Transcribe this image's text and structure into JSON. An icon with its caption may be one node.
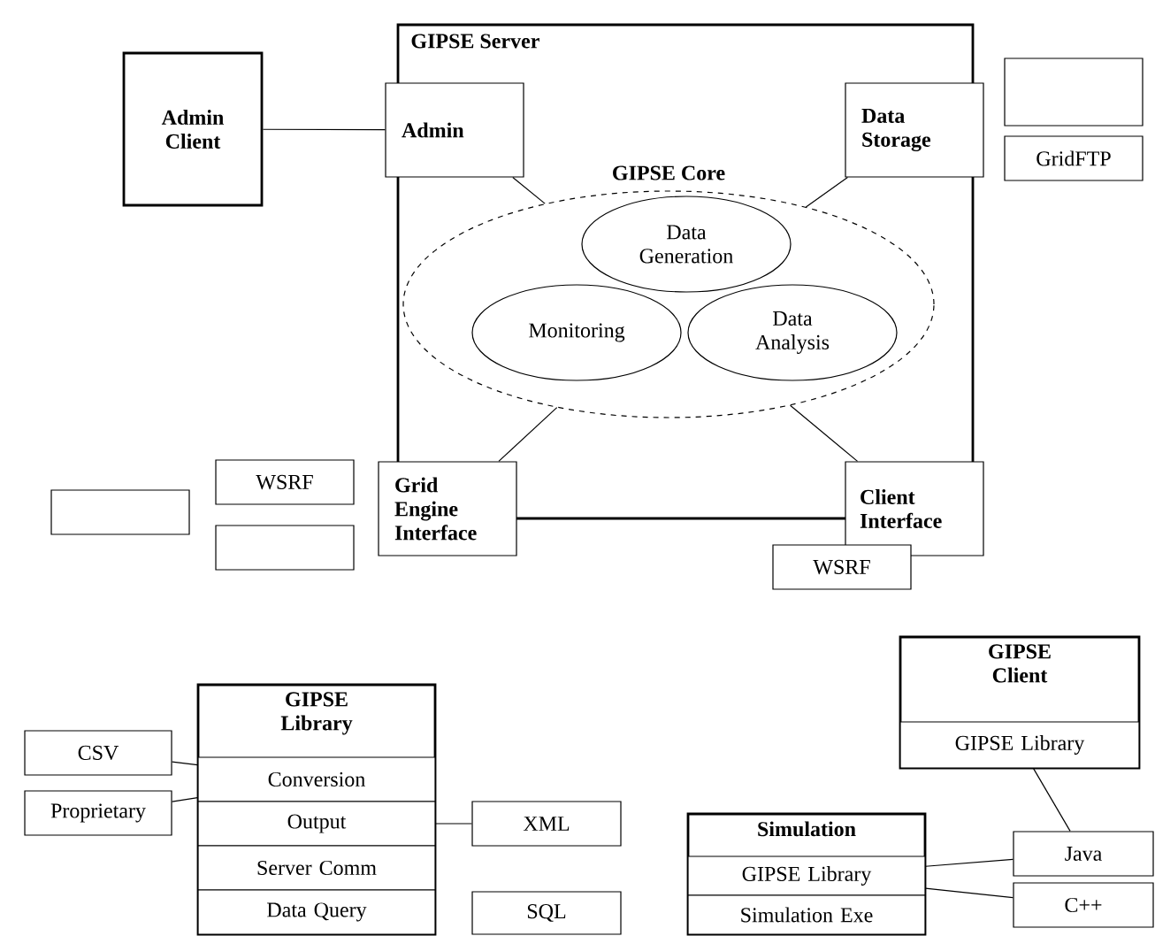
{
  "diagram": {
    "nodes": [
      {
        "text": [
          "GIPSE Server"
        ]
      },
      {
        "text": [
          "Admin Client"
        ]
      },
      {
        "text": [
          "Admin"
        ]
      },
      {
        "text": [
          "Data Storage"
        ]
      },
      {
        "text": [
          "GIPSE Core"
        ],
        "in": 0
      },
      {
        "text": [
          "Data Generation"
        ],
        "in": 4
      },
      {
        "text": [
          "Monitoring"
        ],
        "in": 4
      },
      {
        "text": [
          "Data Analysis"
        ],
        "in": 4
      },
      {
        "text": [
          "Grid Engine Interface"
        ]
      },
      {
        "text": [
          "Client Interface"
        ]
      },
      {
        "text": [],
        "shape": "box"
      },
      {
        "text": [
          "GridFTP"
        ]
      },
      {
        "text": [
          "WSRF"
        ]
      },
      {
        "text": [],
        "shape": "box"
      },
      {
        "text": [],
        "shape": "box"
      },
      {
        "text": [
          "WSRF"
        ]
      },
      {
        "text": [
          "GIPSE Library"
        ]
      },
      {
        "text": [
          "Conversion"
        ],
        "in": 16
      },
      {
        "text": [
          "Output"
        ],
        "in": 16
      },
      {
        "text": [
          "Server Comm"
        ],
        "in": 16
      },
      {
        "text": [
          "Data Query"
        ],
        "in": 16
      },
      {
        "text": [
          "CSV"
        ]
      },
      {
        "text": [
          "Proprietary"
        ]
      },
      {
        "text": [
          "XML"
        ]
      },
      {
        "text": [
          "SQL"
        ]
      },
      {
        "text": [
          "GIPSE Client"
        ]
      },
      {
        "text": [
          "GIPSE Library"
        ],
        "in": 25
      },
      {
        "text": [
          "Simulation"
        ]
      },
      {
        "text": [
          "GIPSE Library"
        ],
        "in": 27
      },
      {
        "text": [
          "Simulation Exe"
        ],
        "in": 27
      },
      {
        "text": [
          "Java"
        ]
      },
      {
        "text": [
          "C++"
        ]
      }
    ],
    "edges": [
      {
        "from": 1,
        "to": 2,
        "arrow": "none"
      },
      {
        "from": 2,
        "to": 4,
        "arrow": "none"
      },
      {
        "from": 3,
        "to": 4,
        "arrow": "none"
      },
      {
        "from": 8,
        "to": 4,
        "arrow": "none"
      },
      {
        "from": 9,
        "to": 4,
        "arrow": "none"
      },
      {
        "from": 21,
        "to": 17,
        "arrow": "none"
      },
      {
        "from": 22,
        "to": 17,
        "arrow": "none"
      },
      {
        "from": 18,
        "to": 23,
        "arrow": "none"
      },
      {
        "from": 26,
        "to": 30,
        "arrow": "none"
      },
      {
        "from": 28,
        "to": 30,
        "arrow": "none"
      },
      {
        "from": 28,
        "to": 31,
        "arrow": "none"
      }
    ]
  }
}
